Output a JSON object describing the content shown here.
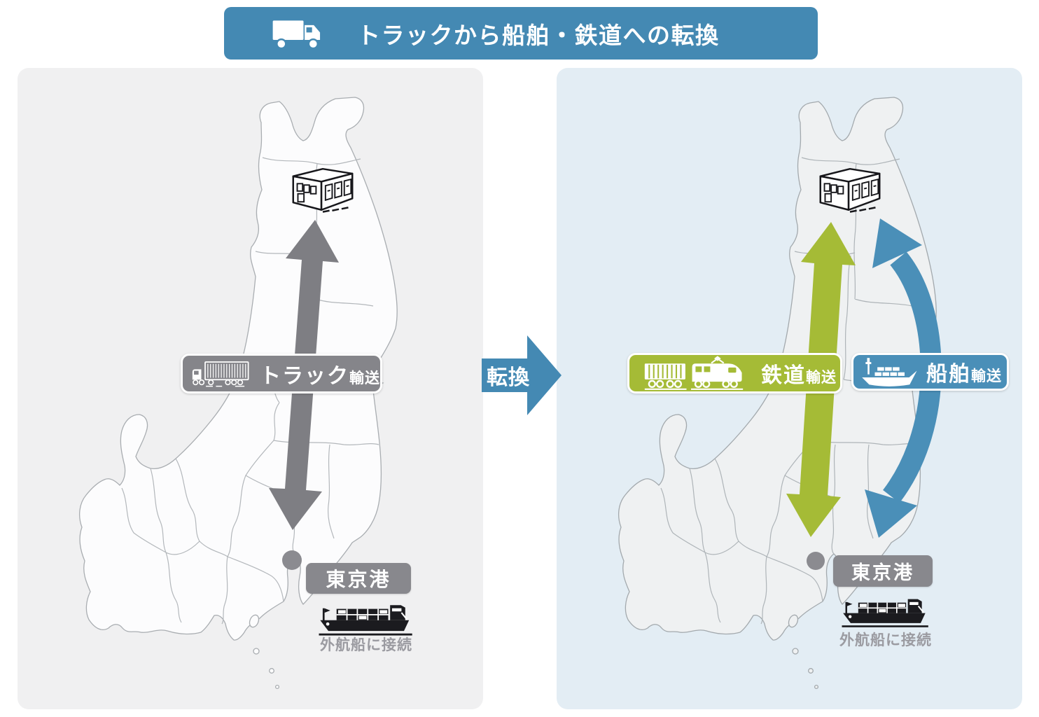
{
  "title": {
    "label": "トラックから船舶・鉄道への転換",
    "icon": "truck-icon",
    "bg_color": "#4489b3"
  },
  "transition": {
    "label": "転換",
    "color": "#4489b3"
  },
  "panels": {
    "before": {
      "background": "#f0f0f1",
      "map": "eastern-japan",
      "origin_icon": "warehouse-icon",
      "transport": {
        "label_main": "トラック",
        "label_suffix": "輸送",
        "icon": "truck-icon",
        "color": "#85858a",
        "arrow_color": "#7e7e83",
        "route": "inland"
      },
      "port": {
        "label": "東京港",
        "marker_color": "#8b8b90",
        "label_color": "#88888d",
        "ship_icon": "cargo-ship-icon",
        "caption": "外航船に接続"
      }
    },
    "after": {
      "background": "#e3edf4",
      "map": "eastern-japan",
      "origin_icon": "warehouse-icon",
      "transports": [
        {
          "label_main": "鉄道",
          "label_suffix": "輸送",
          "icon": "freight-train-icon",
          "color": "#a5bb36",
          "route": "inland"
        },
        {
          "label_main": "船舶",
          "label_suffix": "輸送",
          "icon": "cargo-ship-icon",
          "color": "#4a8fb8",
          "route": "coastal"
        }
      ],
      "port": {
        "label": "東京港",
        "marker_color": "#8b8b90",
        "label_color": "#88888d",
        "ship_icon": "cargo-ship-icon",
        "caption": "外航船に接続"
      }
    }
  }
}
